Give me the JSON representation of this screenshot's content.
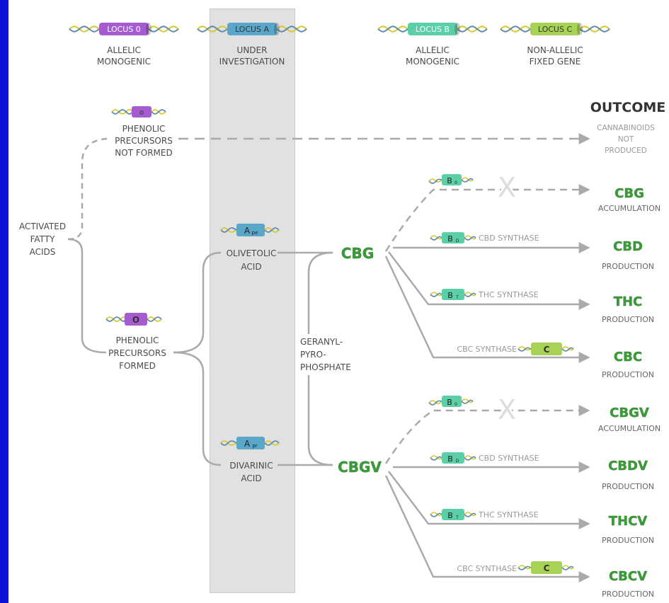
{
  "loci": {
    "locus0": {
      "label": "LOCUS 0",
      "desc1": "ALLELIC",
      "desc2": "MONOGENIC",
      "color": "#a65bd1"
    },
    "locusA": {
      "label": "LOCUS A",
      "desc1": "UNDER",
      "desc2": "INVESTIGATION",
      "color": "#5aa7c9"
    },
    "locusB": {
      "label": "LOCUS B",
      "desc1": "ALLELIC",
      "desc2": "MONOGENIC",
      "color": "#5bd0a6"
    },
    "locusC": {
      "label": "LOCUS C",
      "desc1": "NON-ALLELIC",
      "desc2": "FIXED GENE",
      "color": "#a8d256"
    }
  },
  "colors": {
    "line": "#aaaaaa",
    "text": "#4a4a4a",
    "green": "#3d9c3a",
    "grey": "#9a9a9a",
    "background": "#0a14d8",
    "band": "#e1e1e1"
  },
  "outcome_heading": "OUTCOME",
  "start": {
    "l1": "ACTIVATED",
    "l2": "FATTY",
    "l3": "ACIDS"
  },
  "not_formed": {
    "gene": "o",
    "l1": "PHENOLIC",
    "l2": "PRECURSORS",
    "l3": "NOT FORMED"
  },
  "formed": {
    "gene": "O",
    "l1": "PHENOLIC",
    "l2": "PRECURSORS",
    "l3": "FORMED"
  },
  "not_produced": {
    "l1": "CANNABINOIDS",
    "l2": "NOT",
    "l3": "PRODUCED"
  },
  "olivetolic": {
    "gene_main": "A",
    "gene_sub": "pe",
    "l1": "OLIVETOLIC",
    "l2": "ACID"
  },
  "divarinic": {
    "gene_main": "A",
    "gene_sub": "pr",
    "l1": "DIVARINIC",
    "l2": "ACID"
  },
  "geranyl": {
    "l1": "GERANYL-",
    "l2": "PYRO-",
    "l3": "PHOSPHATE"
  },
  "cbg": "CBG",
  "cbgv": "CBGV",
  "genes": {
    "b0_main": "B",
    "b0_sub": "0",
    "bd_main": "B",
    "bd_sub": "D",
    "bt_main": "B",
    "bt_sub": "T",
    "c": "C"
  },
  "enzymes": {
    "cbd": "CBD SYNTHASE",
    "thc": "THC SYNTHASE",
    "cbc": "CBC SYNTHASE"
  },
  "outcomes_cbg": [
    {
      "name": "CBG",
      "desc": "ACCUMULATION"
    },
    {
      "name": "CBD",
      "desc": "PRODUCTION"
    },
    {
      "name": "THC",
      "desc": "PRODUCTION"
    },
    {
      "name": "CBC",
      "desc": "PRODUCTION"
    }
  ],
  "outcomes_cbgv": [
    {
      "name": "CBGV",
      "desc": "ACCUMULATION"
    },
    {
      "name": "CBDV",
      "desc": "PRODUCTION"
    },
    {
      "name": "THCV",
      "desc": "PRODUCTION"
    },
    {
      "name": "CBCV",
      "desc": "PRODUCTION"
    }
  ],
  "blocked_mark": "X"
}
